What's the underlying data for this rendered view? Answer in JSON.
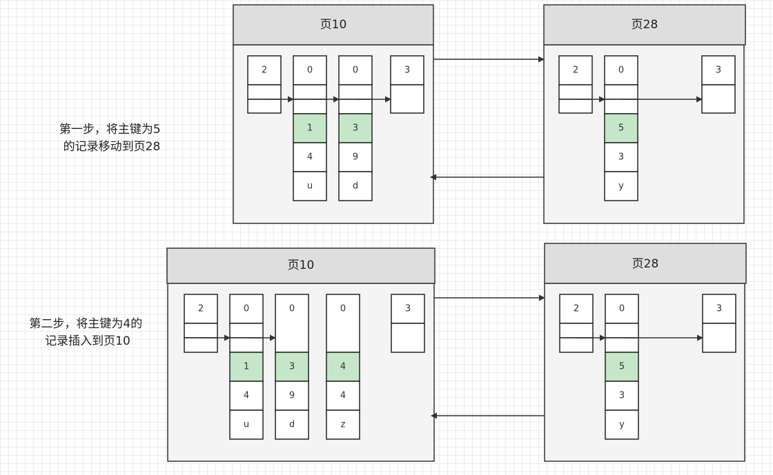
{
  "steps": [
    {
      "caption_lines": [
        "第一步，将主键为5",
        "的记录移动到页28"
      ],
      "left_page": {
        "title": "页10",
        "infimum": "2",
        "records": [
          {
            "top": "0",
            "key": "1",
            "val1": "4",
            "val2": "u"
          },
          {
            "top": "0",
            "key": "3",
            "val1": "9",
            "val2": "d"
          }
        ],
        "supremum": "3"
      },
      "right_page": {
        "title": "页28",
        "infimum": "2",
        "records": [
          {
            "top": "0",
            "key": "5",
            "val1": "3",
            "val2": "y"
          }
        ],
        "supremum": "3"
      }
    },
    {
      "caption_lines": [
        "第二步，将主键为4的",
        "记录插入到页10"
      ],
      "left_page": {
        "title": "页10",
        "infimum": "2",
        "records": [
          {
            "top": "0",
            "key": "1",
            "val1": "4",
            "val2": "u"
          },
          {
            "top": "0",
            "key": "3",
            "val1": "9",
            "val2": "d"
          },
          {
            "top": "0",
            "key": "4",
            "val1": "4",
            "val2": "z"
          }
        ],
        "supremum": "3"
      },
      "right_page": {
        "title": "页28",
        "infimum": "2",
        "records": [
          {
            "top": "0",
            "key": "5",
            "val1": "3",
            "val2": "y"
          }
        ],
        "supremum": "3"
      }
    }
  ],
  "colors": {
    "record_key_fill": "#c6e6c9",
    "page_header_fill": "#dedede",
    "page_body_fill": "#f4f4f4"
  }
}
